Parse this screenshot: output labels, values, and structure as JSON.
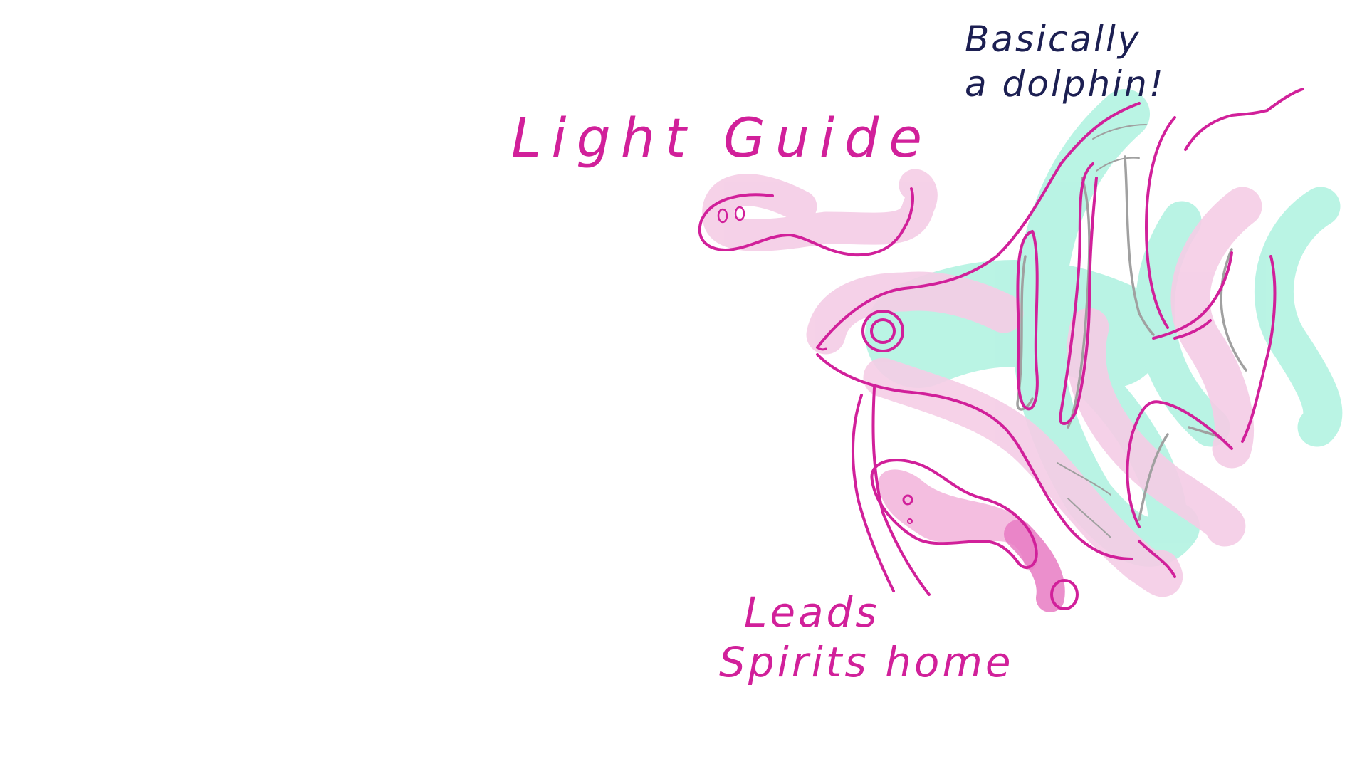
{
  "labels": {
    "title": "Light Guide",
    "caption_line1": "Leads",
    "caption_line2": "Spirits home",
    "note_line1": "Basically",
    "note_line2": "a dolphin!"
  },
  "colors": {
    "ink_magenta": "#d1209a",
    "pink_wash": "#f5cde6",
    "pink_deep": "#e87bc3",
    "mint_wash": "#b6f3e3",
    "grey_line": "#a0a0a0",
    "navy_ink": "#1c1f52",
    "background": "#ffffff"
  }
}
